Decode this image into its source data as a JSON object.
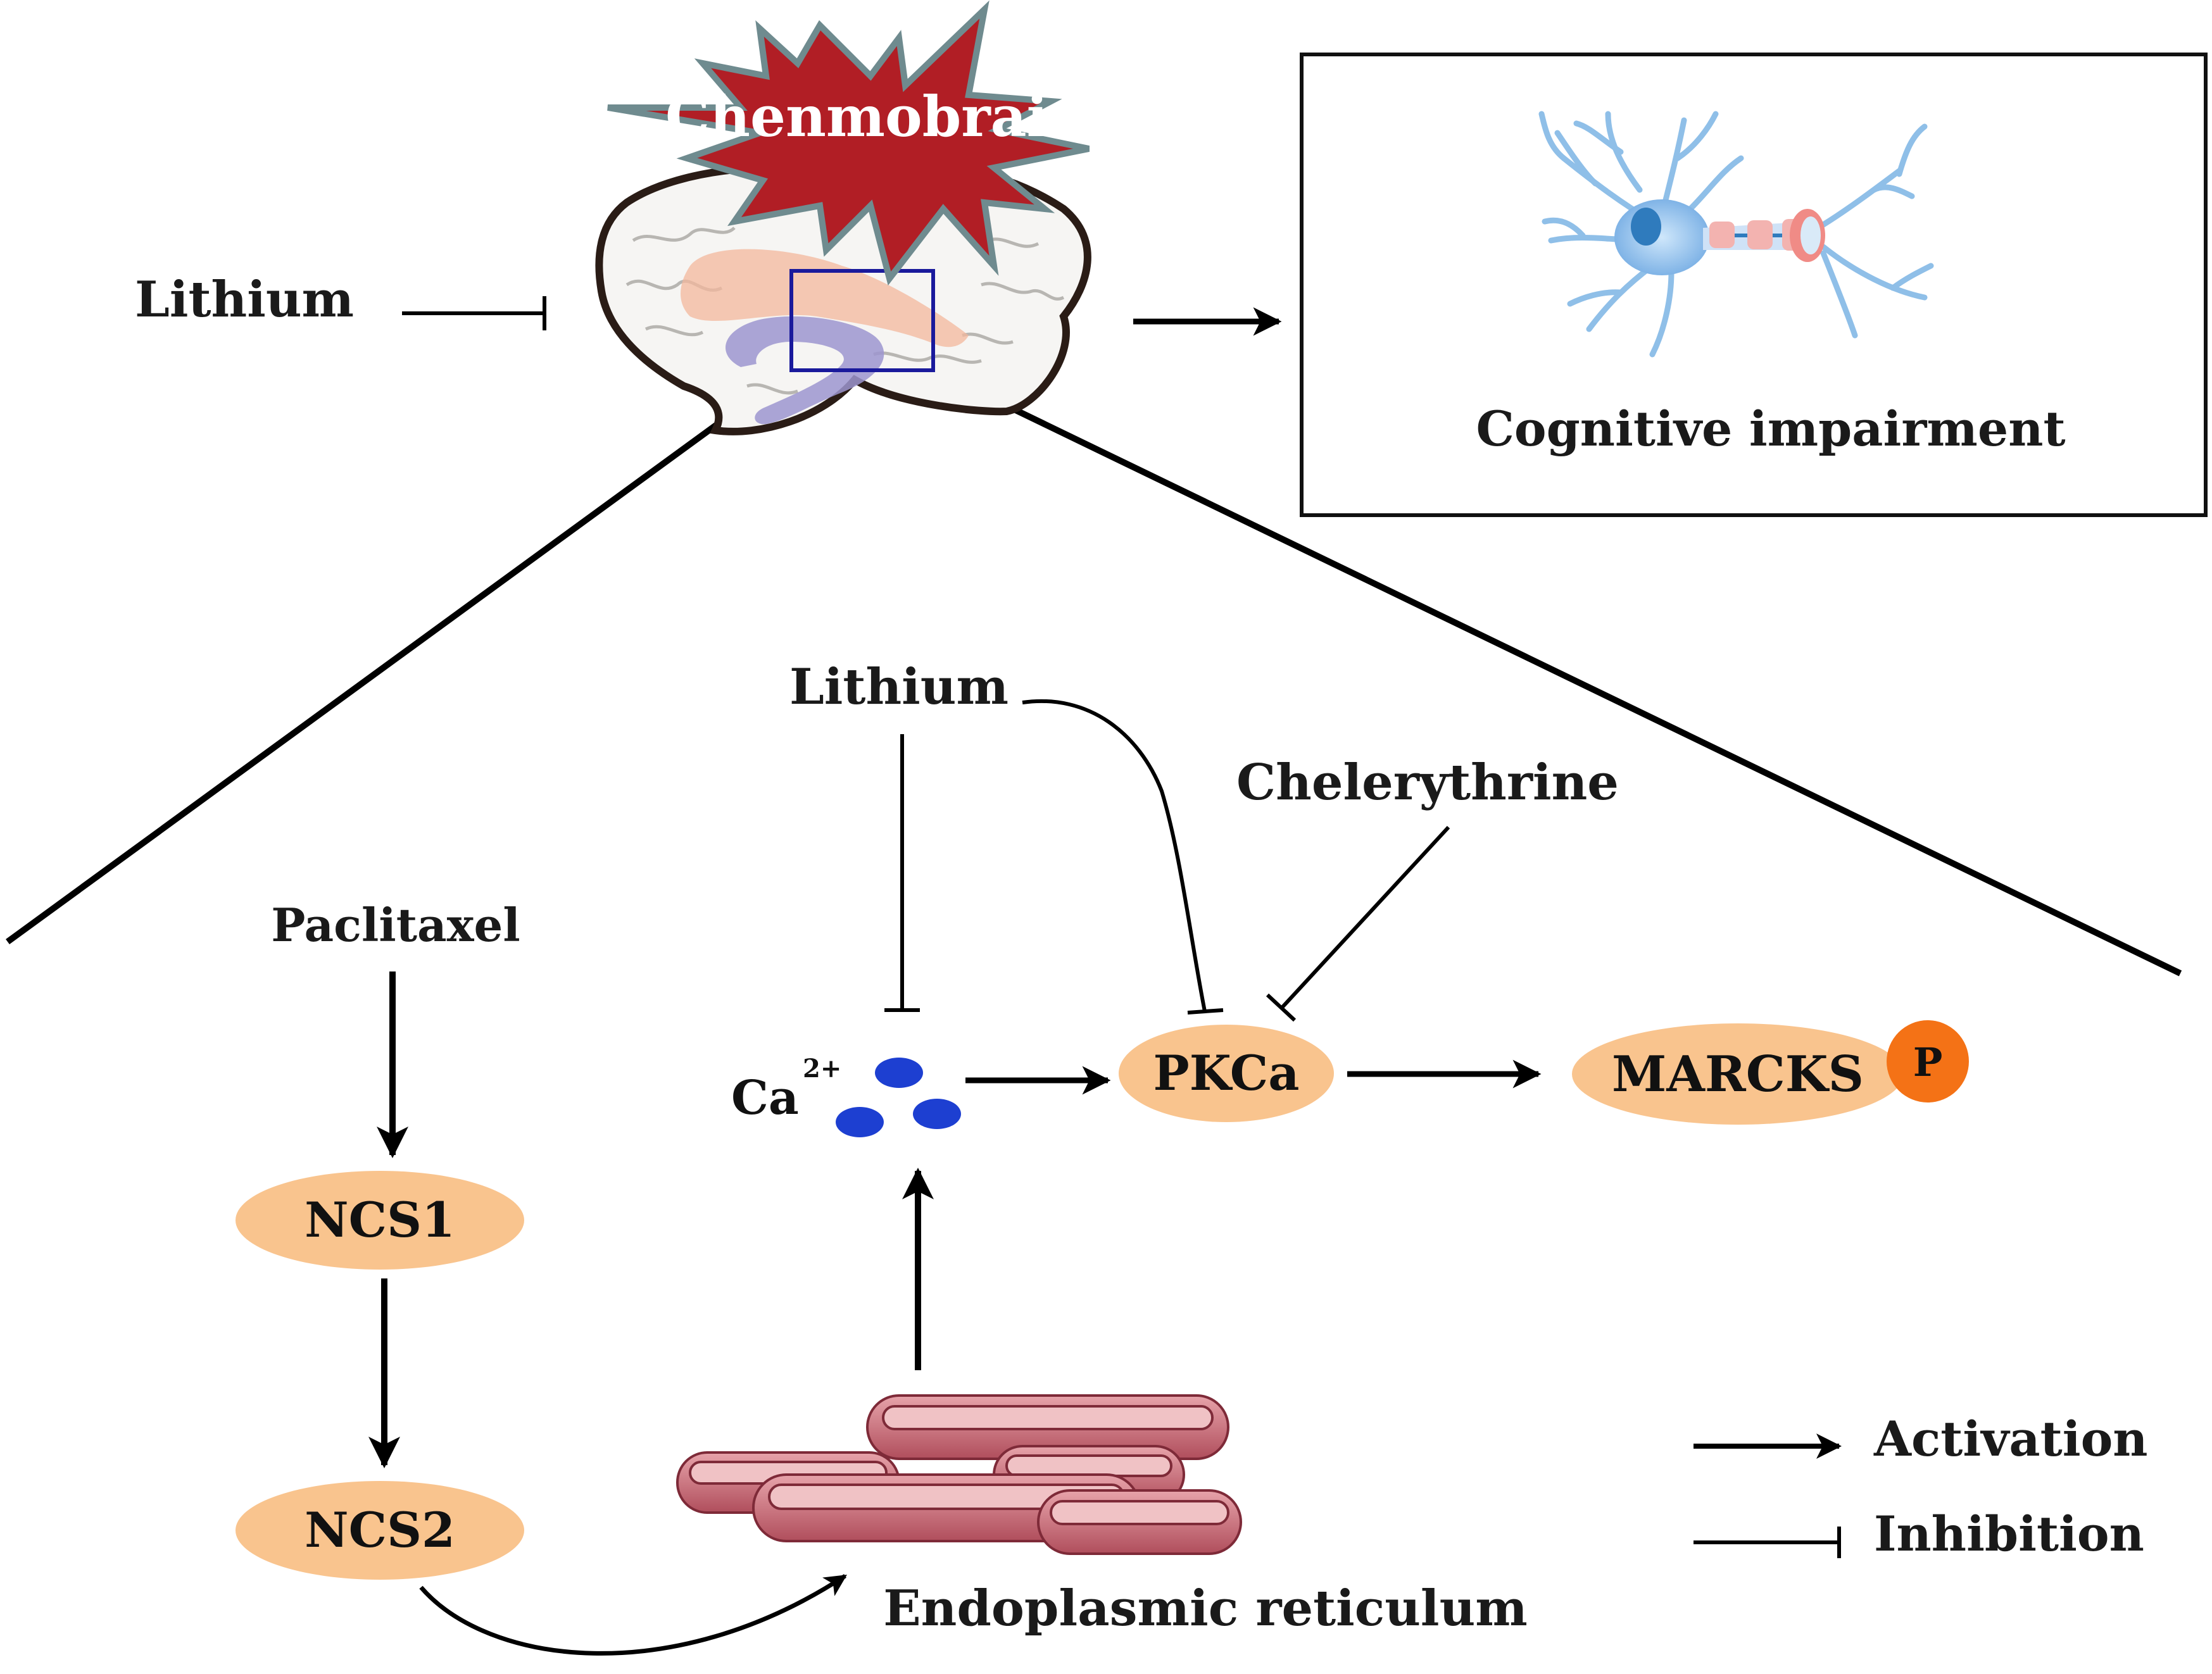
{
  "burst": {
    "label": "Chenmobrain"
  },
  "outcome": {
    "label": "Cognitive impairment"
  },
  "drugs": {
    "lithium_top": "Lithium",
    "lithium_mid": "Lithium",
    "chelerythrine": "Chelerythrine",
    "paclitaxel": "Paclitaxel"
  },
  "nodes": {
    "ncs1": "NCS1",
    "ncs2": "NCS2",
    "pkca": "PKCa",
    "marcks": "MARCKS",
    "phospho": "P"
  },
  "calcium": {
    "symbol": "Ca",
    "charge": "2+"
  },
  "organelle": {
    "label": "Endoplasmic reticulum"
  },
  "legend": {
    "activation": "Activation",
    "inhibition": "Inhibition"
  },
  "colors": {
    "node_fill": "#f9c48e",
    "phospho_fill": "#f47216",
    "burst_fill": "#b11e25",
    "burst_stroke": "#6f8b8f",
    "calcium_dot": "#1d3fd1",
    "zoom_box": "#1a1a9c",
    "er_fill": "#c66874",
    "neuron_blue": "#8fbfe8"
  }
}
